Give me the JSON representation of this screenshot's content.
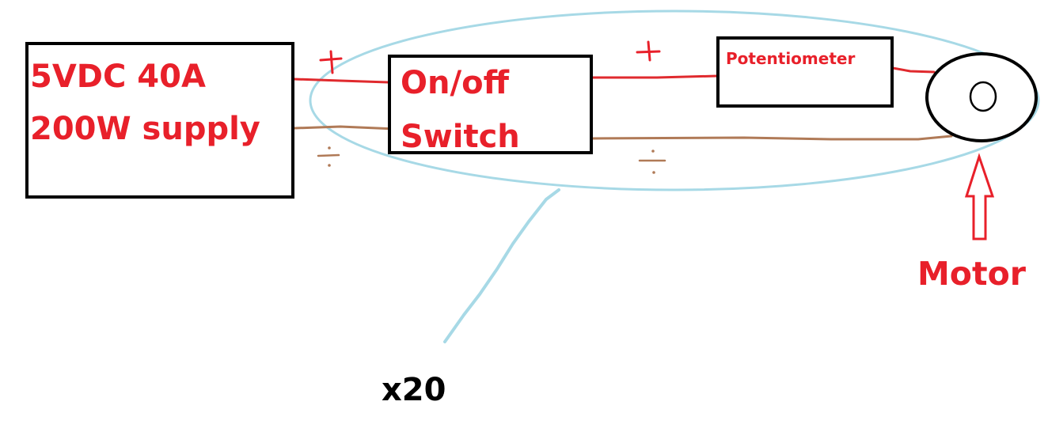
{
  "power_supply": {
    "line1": "5VDC 40A",
    "line2": "200W supply"
  },
  "switch": {
    "line1": "On/off",
    "line2": "Switch"
  },
  "potentiometer": {
    "label": "Potentiometer"
  },
  "motor": {
    "label": "Motor"
  },
  "multiplier": {
    "label": "x20"
  },
  "polarity": {
    "positive": "+",
    "negative": "÷"
  },
  "colors": {
    "positive_wire": "#e02a2e",
    "negative_wire": "#b07a57",
    "group_outline": "#a7d9e6",
    "label_text": "#e8202a"
  }
}
